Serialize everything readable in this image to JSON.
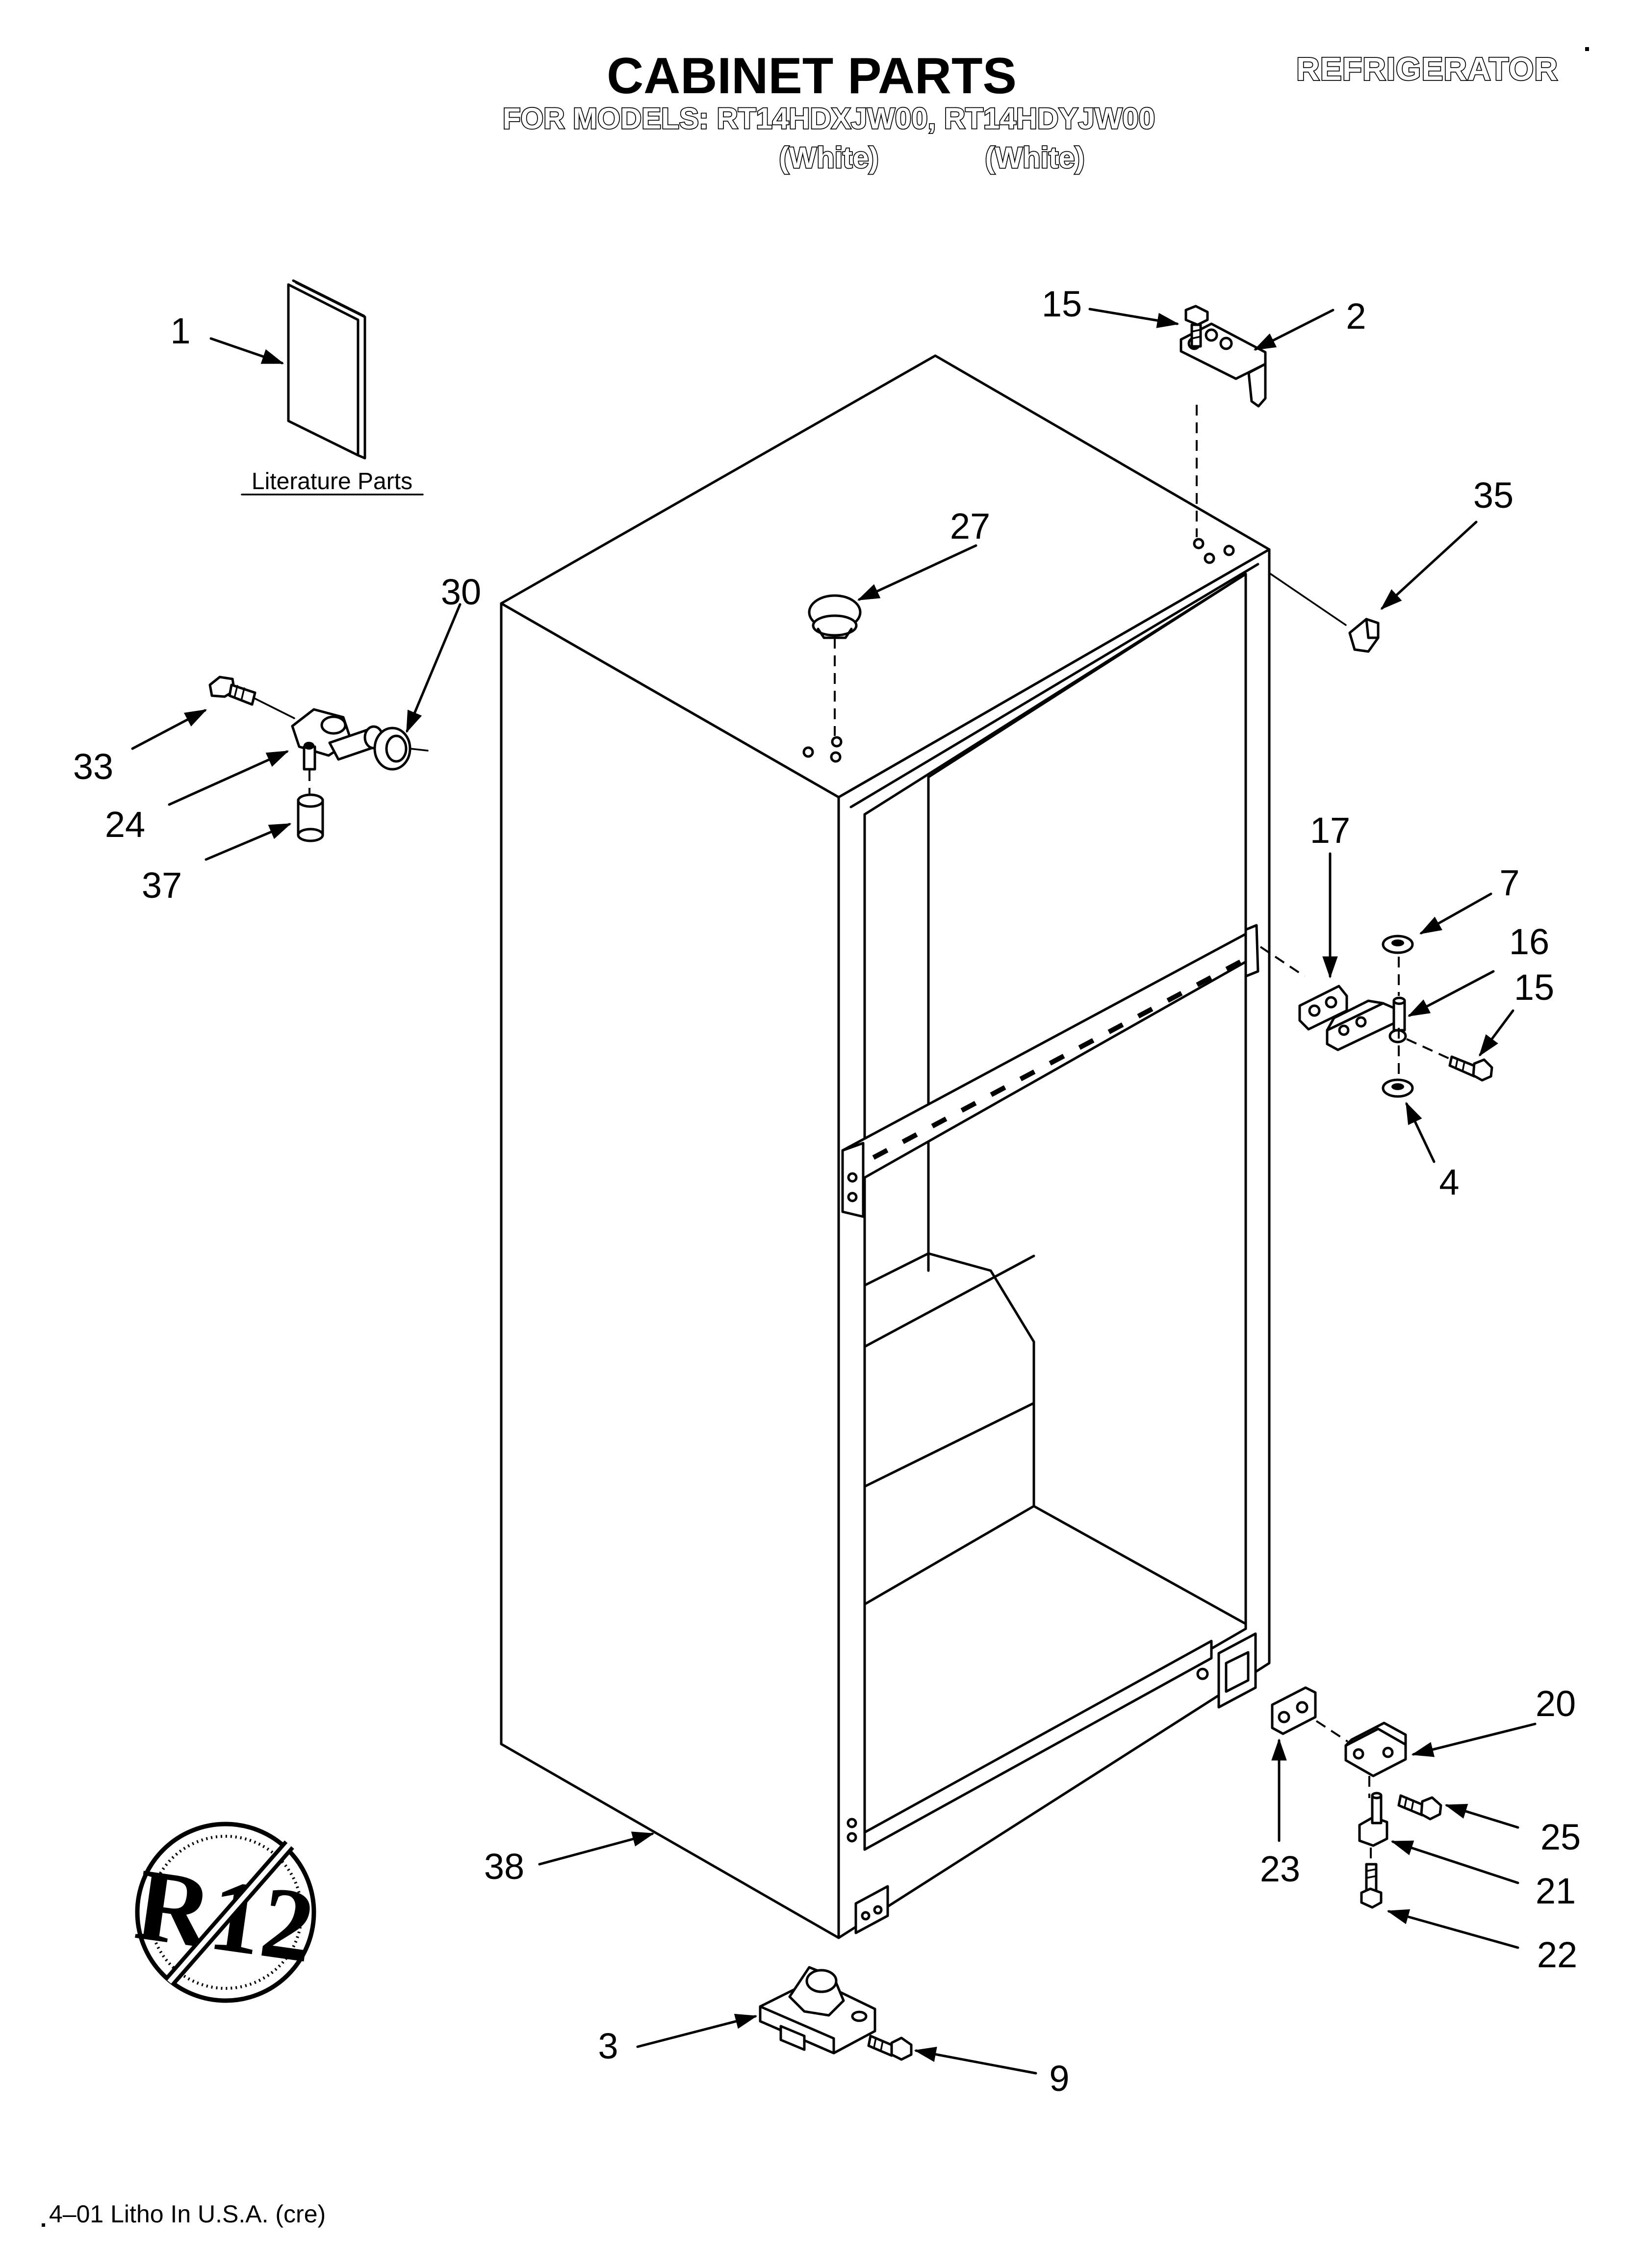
{
  "header": {
    "title": "CABINET PARTS",
    "models_line": "FOR MODELS: RT14HDXJW00, RT14HDYJW00",
    "color_left": "(White)",
    "color_right": "(White)",
    "category": "REFRIGERATOR"
  },
  "literature_label": "Literature Parts",
  "badge_text": "R12",
  "footer": "4–01 Litho In U.S.A. (cre)",
  "callouts": {
    "n1": "1",
    "n2": "2",
    "n15_top": "15",
    "n35": "35",
    "n27": "27",
    "n30": "30",
    "n33": "33",
    "n24": "24",
    "n37": "37",
    "n17": "17",
    "n7": "7",
    "n16": "16",
    "n15_mid": "15",
    "n4": "4",
    "n20": "20",
    "n25": "25",
    "n21": "21",
    "n22": "22",
    "n23": "23",
    "n38": "38",
    "n3": "3",
    "n9": "9"
  }
}
